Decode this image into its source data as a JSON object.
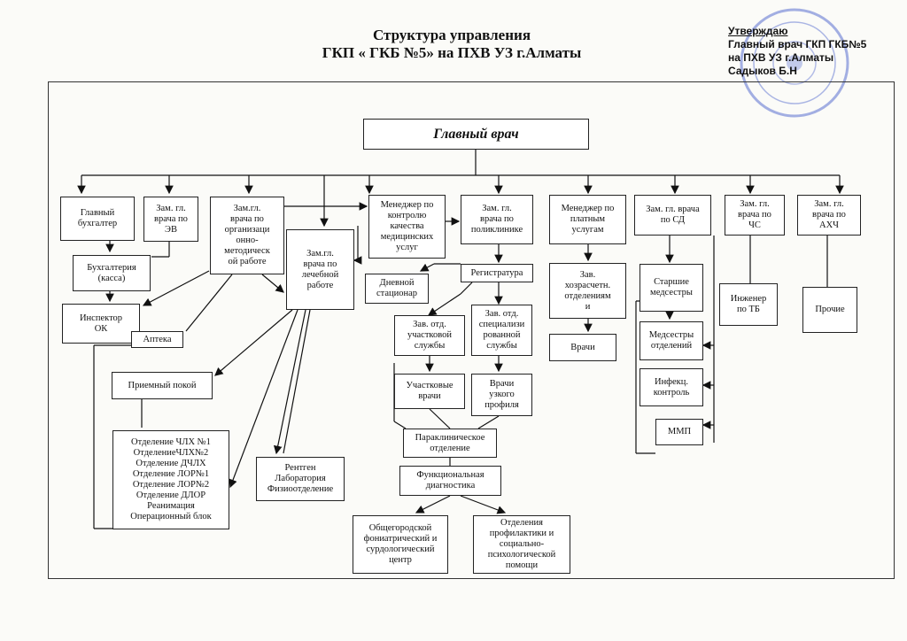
{
  "header": {
    "title_line1": "Структура управления",
    "title_line2": "ГКП « ГКБ №5» на ПХВ УЗ г.Алматы"
  },
  "approval": {
    "line1": "Утверждаю",
    "line2": "Главный врач ГКП ГКБ№5",
    "line3": "на ПХВ УЗ г.Алматы",
    "line4": "Садыков Б.Н"
  },
  "boxes": {
    "chief": "Главный врач",
    "accountant": "Главный\nбухгалтер",
    "accounting": "Бухгалтерия\n(касса)",
    "inspector": "Инспектор\nОК",
    "dep_ev": "Зам. гл.\nврача по\nЭВ",
    "dep_org": "Зам.гл.\nврача по\nорганизаци\nонно-\nметодическ\nой работе",
    "pharmacy": "Аптека",
    "dep_med": "Зам.гл.\nврача по\nлечебной\nработе",
    "reception": "Приемный покой",
    "departments": "Отделение ЧЛХ №1\nОтделениеЧЛХ№2\nОтделение ДЧЛХ\nОтделение ЛОР№1\nОтделение ЛОР№2\nОтделение ДЛОР\nРеанимация\nОперационный блок",
    "xray": "Рентген\nЛаборатория\nФизиоотделение",
    "quality": "Менеджер по\nконтролю\nкачества\nмедицинских\nуслуг",
    "day_hosp": "Дневной\nстационар",
    "dep_poly": "Зам. гл.\nврача по\nполиклинике",
    "registry": "Регистратура",
    "head_local": "Зав. отд.\nучастковой\nслужбы",
    "head_spec": "Зав. отд.\nспециализи\nрованной\nслужбы",
    "local_docs": "Участковые\nврачи",
    "narrow_docs": "Врачи\nузкого\nпрофиля",
    "paraclinic": "Параклиническое\nотделение",
    "func_diag": "Функциональная\nдиагностика",
    "phoniatric": "Общегородской\nфониатрический и\nсурдологический\nцентр",
    "prevention": "Отделения\nпрофилактики и\nсоциально-\nпсихологической\nпомощи",
    "paid_mgr": "Менеджер по\nплатным\nуслугам",
    "self_fin": "Зав.\nхозрасчетн.\nотделениям\nи",
    "doctors": "Врачи",
    "dep_sd": "Зам. гл. врача\nпо СД",
    "senior_nurses": "Старшие\nмедсестры",
    "dept_nurses": "Медсестры\nотделений",
    "infect": "Инфекц.\nконтроль",
    "mmp": "ММП",
    "dep_chs": "Зам. гл.\nврача по\nЧС",
    "engineer": "Инженер\nпо ТБ",
    "dep_ahch": "Зам. гл.\nврача по\nАХЧ",
    "other": "Прочие"
  }
}
